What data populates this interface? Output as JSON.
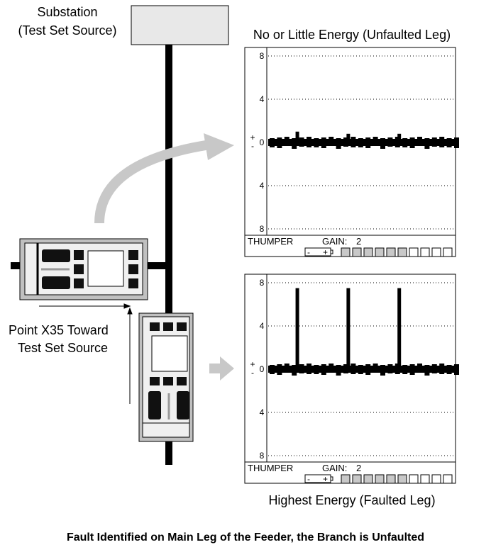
{
  "substation": {
    "line1": "Substation",
    "line2": "(Test Set Source)"
  },
  "point_label": {
    "line1": "Point X35 Toward",
    "line2": "Test Set Source"
  },
  "caption": "Fault Identified on Main Leg of the Feeder, the Branch is Unfaulted",
  "colors": {
    "arrow": "#c8c8c8",
    "device": "#c0c0c0",
    "box": "#e8e8e8",
    "gain_on": "#c8c8c8"
  },
  "charts": [
    {
      "title": "No or Little Energy (Unfaulted Leg)",
      "y_ticks": [
        "8",
        "4",
        "0",
        "4",
        "8"
      ],
      "plus": "+",
      "minus": "-",
      "mode": "THUMPER",
      "gain_label": "GAIN:",
      "gain_value": "2",
      "battery_minus": "-",
      "battery_plus": "+",
      "gain_bars_total": 10,
      "gain_bars_on": 6,
      "chart_data": {
        "type": "line",
        "xlim": [
          0,
          100
        ],
        "ylim": [
          -8,
          8
        ],
        "baseline": 0,
        "pulses": [
          {
            "x": 16,
            "amp": 1
          },
          {
            "x": 43,
            "amp": 0.8
          },
          {
            "x": 70,
            "amp": 0.8
          }
        ]
      }
    },
    {
      "title": "Highest Energy (Faulted Leg)",
      "y_ticks": [
        "8",
        "4",
        "0",
        "4",
        "8"
      ],
      "plus": "+",
      "minus": "-",
      "mode": "THUMPER",
      "gain_label": "GAIN:",
      "gain_value": "2",
      "battery_minus": "-",
      "battery_plus": "+",
      "gain_bars_total": 10,
      "gain_bars_on": 6,
      "chart_data": {
        "type": "line",
        "xlim": [
          0,
          100
        ],
        "ylim": [
          -8,
          8
        ],
        "baseline": 0,
        "pulses": [
          {
            "x": 16,
            "amp": 7.5
          },
          {
            "x": 43,
            "amp": 7.5
          },
          {
            "x": 70,
            "amp": 7.5
          }
        ]
      }
    }
  ]
}
